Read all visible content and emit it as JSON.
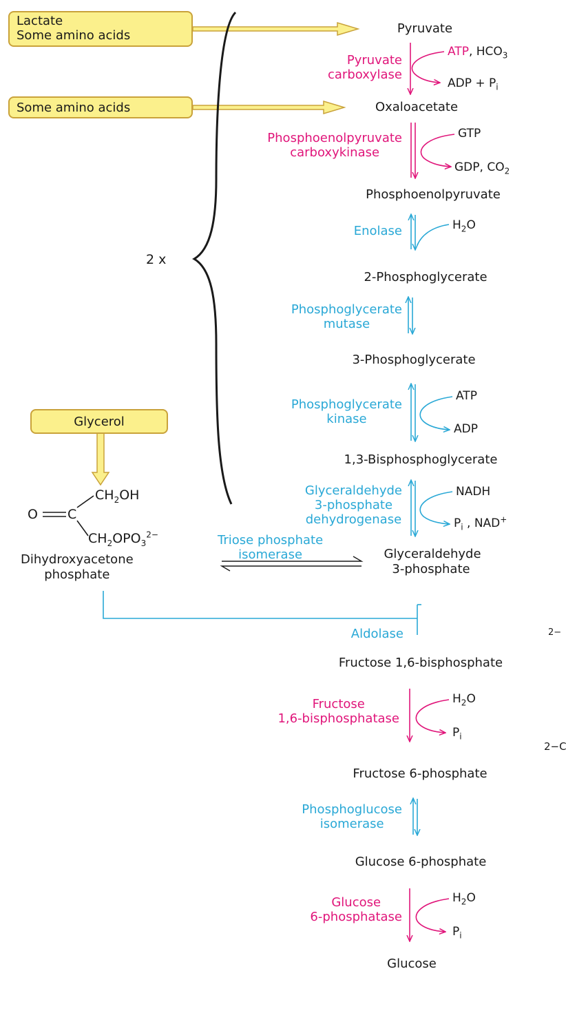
{
  "sources": {
    "lactate": "Lactate",
    "amino_acids_1": "Some amino acids",
    "amino_acids_2": "Some amino acids",
    "glycerol": "Glycerol"
  },
  "brace_label": "2 x",
  "metabolites": [
    "Pyruvate",
    "Oxaloacetate",
    "Phosphoenolpyruvate",
    "2-Phosphoglycerate",
    "3-Phosphoglycerate",
    "1,3-Bisphosphoglycerate",
    "Glyceraldehyde",
    "3-phosphate",
    "Fructose 1,6-bisphosphate",
    "Fructose 6-phosphate",
    "Glucose 6-phosphate",
    "Glucose"
  ],
  "enzymes": {
    "pyruvate_carboxylase": [
      "Pyruvate",
      "carboxylase"
    ],
    "pepck": [
      "Phosphoenolpyruvate",
      "carboxykinase"
    ],
    "enolase": [
      "Enolase"
    ],
    "pg_mutase": [
      "Phosphoglycerate",
      "mutase"
    ],
    "pg_kinase": [
      "Phosphoglycerate",
      "kinase"
    ],
    "gapdh": [
      "Glyceraldehyde",
      "3-phosphate",
      "dehydrogenase"
    ],
    "tpi": [
      "Triose phosphate",
      "isomerase"
    ],
    "aldolase": [
      "Aldolase"
    ],
    "fbpase": [
      "Fructose",
      "1,6-bisphosphatase"
    ],
    "pgi": [
      "Phosphoglucose",
      "isomerase"
    ],
    "g6pase": [
      "Glucose",
      "6-phosphatase"
    ]
  },
  "cofactors": {
    "atp_1": "ATP",
    "hco3_prefix": ", HCO",
    "hco3_sub": "3",
    "adp_pi_prefix": "ADP + P",
    "pi_sub": "i",
    "gtp": "GTP",
    "gdp_co2_prefix": "GDP, CO",
    "co2_sub": "2",
    "h2o_h": "H",
    "h2o_sub": "2",
    "h2o_o": "O",
    "atp_2": "ATP",
    "adp": "ADP",
    "nadh": "NADH",
    "p_letter": "P",
    "i_sub": "i",
    "nad_prefix": " , NAD",
    "nad_sup": "+"
  },
  "dhap": {
    "ch2oh_prefix": "CH",
    "ch2oh_sub": "2",
    "ch2oh_suffix": "OH",
    "o_atom": "O",
    "c_atom": "C",
    "ch2opo3_prefix": "CH",
    "ch2opo3_sub1": "2",
    "ch2opo3_mid": "OPO",
    "ch2opo3_sub2": "3",
    "ch2opo3_sup": "2−",
    "name_line1": "Dihydroxyacetone",
    "name_line2": "phosphate"
  },
  "edge_fragments": [
    "2−",
    "2−C"
  ],
  "colors": {
    "magenta": "#e0157a",
    "cyan": "#29a8d6",
    "box_fill": "#fbf08c",
    "box_border": "#c9a23a",
    "text": "#1a1a1a"
  }
}
